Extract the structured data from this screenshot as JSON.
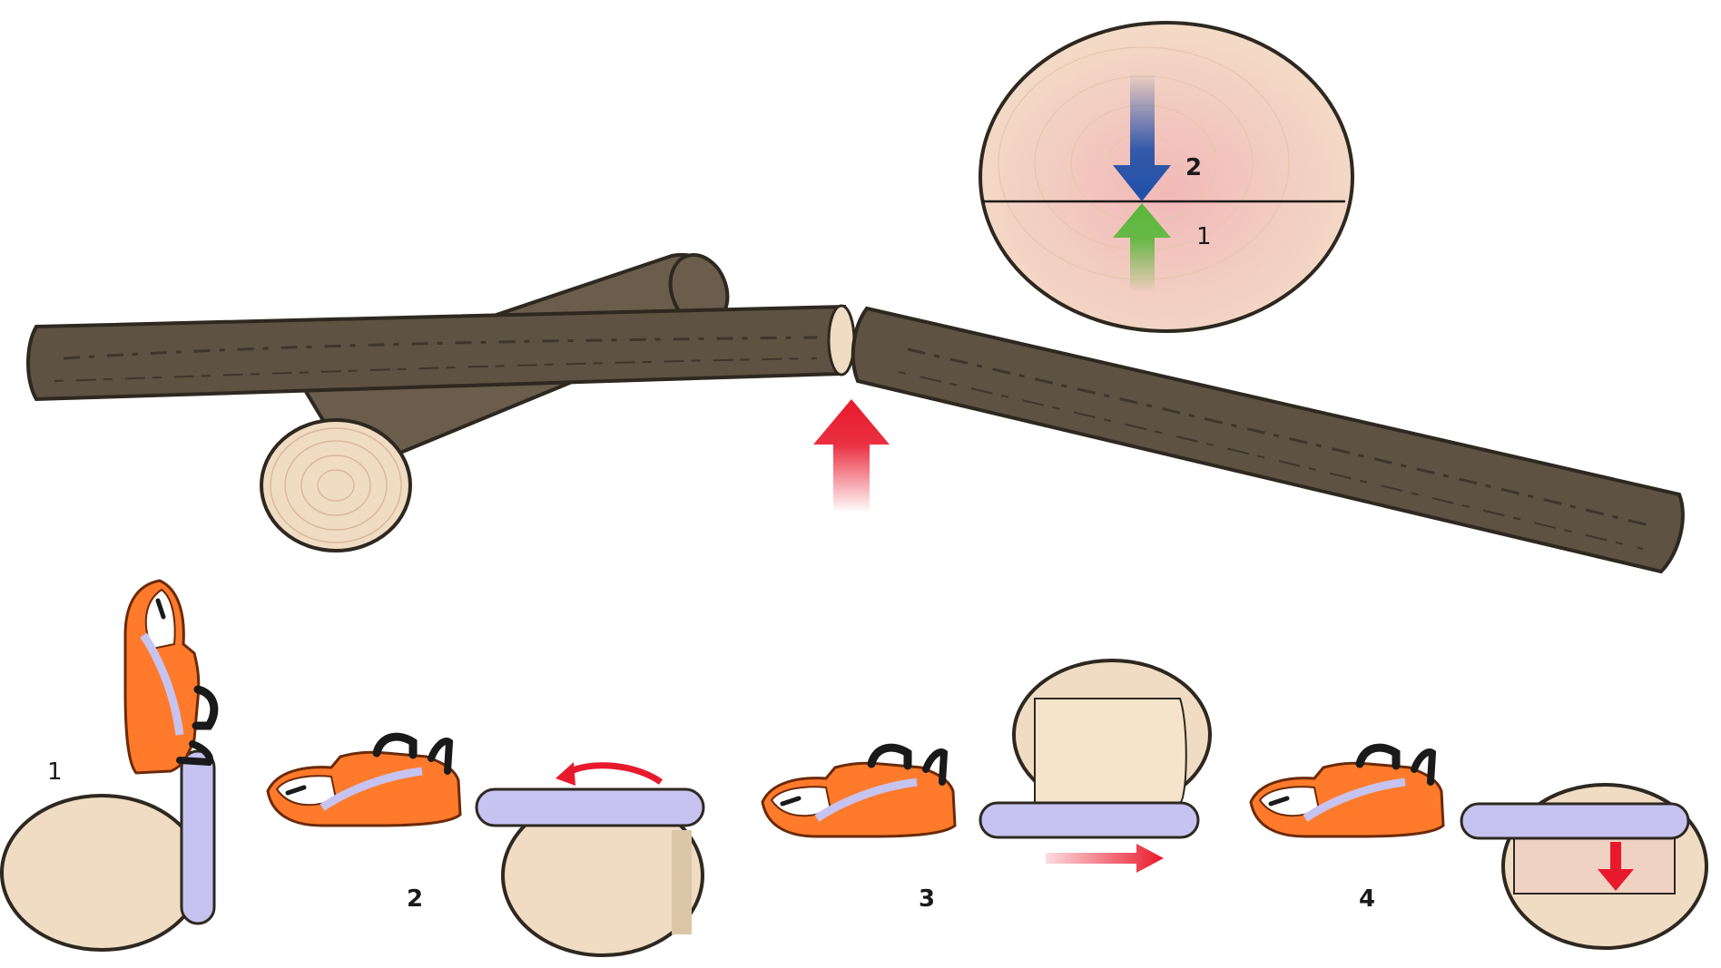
{
  "colors": {
    "bark": "#5e5243",
    "bark_dark": "#2e2820",
    "wood": "#efdcc3",
    "wood_ring": "#d9b79c",
    "saw_orange": "#ff7a2a",
    "saw_orange_dark": "#e2571a",
    "bar_blue": "#c6c3f0",
    "arrow_red": "#e8192c",
    "arrow_blue": "#1f4fa8",
    "arrow_green": "#58b73a"
  },
  "inset_labels": {
    "top": "2",
    "bottom": "1"
  },
  "steps": [
    {
      "label": "1"
    },
    {
      "label": "2"
    },
    {
      "label": "3"
    },
    {
      "label": "4"
    }
  ]
}
